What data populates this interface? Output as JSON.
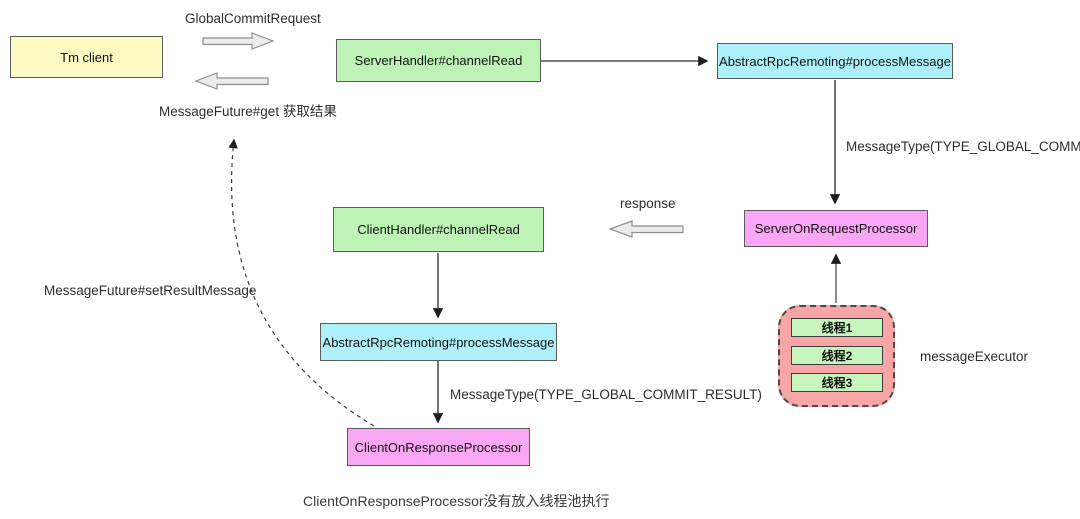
{
  "diagram": {
    "nodes": {
      "tm_client": "Tm client",
      "server_handler": "ServerHandler#channelRead",
      "abstract_rpc_remoting_server": "AbstractRpcRemoting#processMessage",
      "server_on_request_processor": "ServerOnRequestProcessor",
      "client_handler": "ClientHandler#channelRead",
      "abstract_rpc_remoting_client": "AbstractRpcRemoting#processMessage",
      "client_on_response_processor": "ClientOnResponseProcessor"
    },
    "labels": {
      "global_commit_request": "GlobalCommitRequest",
      "message_future_get": "MessageFuture#get 获取结果",
      "message_type_global_commit": "MessageType(TYPE_GLOBAL_COMMIT)",
      "response": "response",
      "message_type_global_commit_result": "MessageType(TYPE_GLOBAL_COMMIT_RESULT)",
      "message_future_set_result": "MessageFuture#setResultMessage",
      "message_executor": "messageExecutor",
      "bottom_note": "ClientOnResponseProcessor没有放入线程池执行"
    },
    "thread_pool": {
      "threads": [
        "线程1",
        "线程2",
        "线程3"
      ]
    },
    "colors": {
      "node_yellow": "#FBFAC3",
      "node_green": "#BDF4B6",
      "node_cyan": "#AEF0F9",
      "node_pink": "#F9A6F5",
      "pool_salmon": "#F7A5A5",
      "thread_green": "#C6F6BE"
    }
  }
}
